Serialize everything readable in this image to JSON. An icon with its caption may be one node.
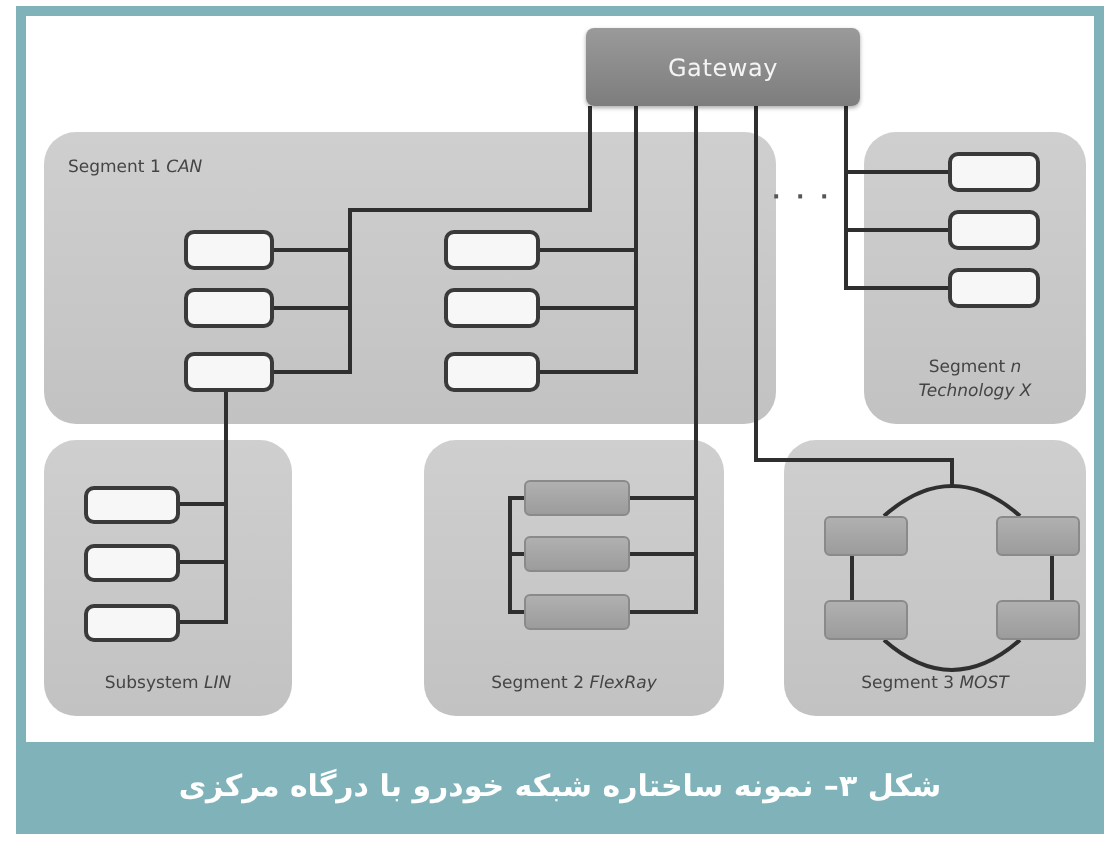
{
  "diagram": {
    "caption": "شکل ۳– نمونه ساختاره شبکه خودرو با درگاه مرکزی",
    "nodes": [
      {
        "text": [
          "Gateway"
        ]
      },
      {
        "text": [
          "Segment 1 *CAN*"
        ]
      },
      {
        "text": [],
        "shape": "box",
        "in": 1
      },
      {
        "text": [],
        "shape": "box",
        "in": 1
      },
      {
        "text": [],
        "shape": "box",
        "in": 1
      },
      {
        "text": [],
        "shape": "box",
        "in": 1
      },
      {
        "text": [],
        "shape": "box",
        "in": 1
      },
      {
        "text": [],
        "shape": "box",
        "in": 1
      },
      {
        "text": [
          "Segment *n Technology X*"
        ]
      },
      {
        "text": [],
        "shape": "box",
        "in": 8
      },
      {
        "text": [],
        "shape": "box",
        "in": 8
      },
      {
        "text": [],
        "shape": "box",
        "in": 8
      },
      {
        "text": [
          "Subsystem *LIN*"
        ]
      },
      {
        "text": [],
        "shape": "box",
        "in": 12
      },
      {
        "text": [],
        "shape": "box",
        "in": 12
      },
      {
        "text": [],
        "shape": "box",
        "in": 12
      },
      {
        "text": [
          "Segment 2 *FlexRay*"
        ]
      },
      {
        "text": [],
        "shape": "box",
        "in": 16
      },
      {
        "text": [],
        "shape": "box",
        "in": 16
      },
      {
        "text": [],
        "shape": "box",
        "in": 16
      },
      {
        "text": [
          "Segment 3 *MOST*"
        ]
      },
      {
        "text": [],
        "shape": "box",
        "in": 20
      },
      {
        "text": [],
        "shape": "box",
        "in": 20
      },
      {
        "text": [],
        "shape": "box",
        "in": 20
      },
      {
        "text": [],
        "shape": "box",
        "in": 20
      }
    ],
    "edges": [
      {
        "from": 0,
        "to": 2,
        "arrow": "none"
      },
      {
        "from": 0,
        "to": 3,
        "arrow": "none"
      },
      {
        "from": 0,
        "to": 4,
        "arrow": "none"
      },
      {
        "from": 0,
        "to": 5,
        "arrow": "none"
      },
      {
        "from": 0,
        "to": 6,
        "arrow": "none"
      },
      {
        "from": 0,
        "to": 7,
        "arrow": "none"
      },
      {
        "from": 4,
        "to": 13,
        "arrow": "none"
      },
      {
        "from": 4,
        "to": 14,
        "arrow": "none"
      },
      {
        "from": 4,
        "to": 15,
        "arrow": "none"
      },
      {
        "from": 0,
        "to": 17,
        "arrow": "none"
      },
      {
        "from": 0,
        "to": 18,
        "arrow": "none"
      },
      {
        "from": 0,
        "to": 19,
        "arrow": "none"
      },
      {
        "from": 17,
        "to": 18,
        "arrow": "none"
      },
      {
        "from": 18,
        "to": 19,
        "arrow": "none"
      },
      {
        "from": 0,
        "to": 20,
        "arrow": "none"
      },
      {
        "from": 21,
        "to": 22,
        "arrow": "none"
      },
      {
        "from": 22,
        "to": 24,
        "arrow": "none"
      },
      {
        "from": 24,
        "to": 23,
        "arrow": "none"
      },
      {
        "from": 23,
        "to": 21,
        "arrow": "none"
      },
      {
        "from": 0,
        "to": 9,
        "arrow": "none"
      },
      {
        "from": 0,
        "to": 10,
        "arrow": "none"
      },
      {
        "from": 0,
        "to": 11,
        "arrow": "none"
      }
    ],
    "labels": [
      "· · ·"
    ]
  }
}
